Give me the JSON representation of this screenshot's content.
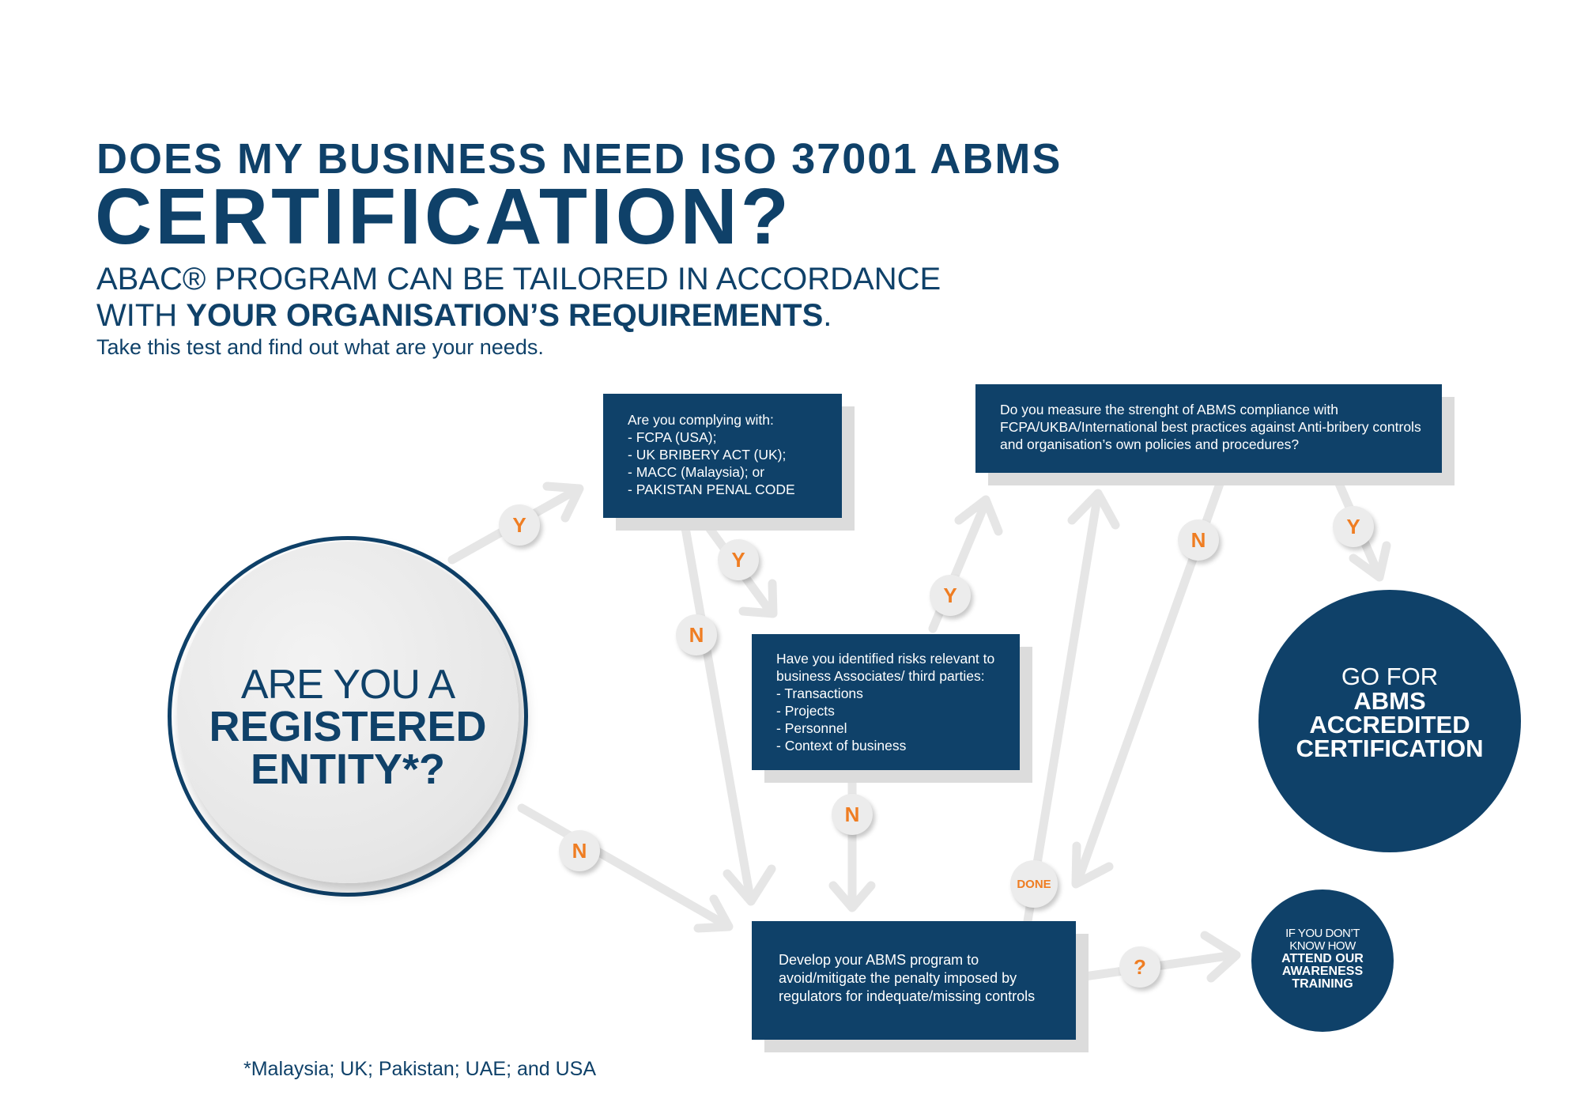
{
  "header": {
    "title_line1": "DOES MY BUSINESS NEED ISO 37001 ABMS",
    "title_line2": "CERTIFICATION?",
    "subtitle_line1": "ABAC® PROGRAM CAN BE TAILORED IN ACCORDANCE",
    "subtitle_line2_prefix": "WITH ",
    "subtitle_line2_bold": "YOUR ORGANISATION’S REQUIREMENTS",
    "subtitle_line2_suffix": ".",
    "intro": "Take this test and find out what are your needs."
  },
  "start": {
    "line1": "ARE YOU A",
    "line2": "REGISTERED",
    "line3": "ENTITY*?"
  },
  "boxes": {
    "compliance": {
      "lines": [
        "Are you complying with:",
        "- FCPA (USA);",
        "- UK BRIBERY ACT (UK);",
        "- MACC (Malaysia); or",
        "- PAKISTAN PENAL CODE"
      ]
    },
    "measure": {
      "lines": [
        "Do you measure the strenght of ABMS compliance with",
        "FCPA/UKBA/International best practices against Anti-bribery controls",
        "and organisation’s own policies and procedures?"
      ]
    },
    "risks": {
      "lines": [
        "Have you identified risks relevant to",
        "business Associates/ third parties:",
        "- Transactions",
        "- Projects",
        "- Personnel",
        "- Context of business"
      ]
    },
    "develop": {
      "lines": [
        "Develop your ABMS program to",
        "avoid/mitigate the penalty imposed by",
        "regulators for indequate/missing controls"
      ]
    }
  },
  "outcomes": {
    "certification": {
      "line1": "GO FOR",
      "line2": "ABMS",
      "line3": "ACCREDITED",
      "line4": "CERTIFICATION"
    },
    "training": {
      "line1": "IF YOU DON’T",
      "line2": "KNOW HOW",
      "line3": "ATTEND OUR",
      "line4": "AWARENESS",
      "line5": "TRAINING"
    }
  },
  "badges": {
    "yes": "Y",
    "no": "N",
    "done": "DONE",
    "question": "?"
  },
  "footnote": "*Malaysia; UK; Pakistan; UAE; and USA",
  "colors": {
    "navy": "#0f4169",
    "orange": "#ef7d22",
    "arrow": "#e6e6e6",
    "shadow": "#dcdcdc"
  }
}
